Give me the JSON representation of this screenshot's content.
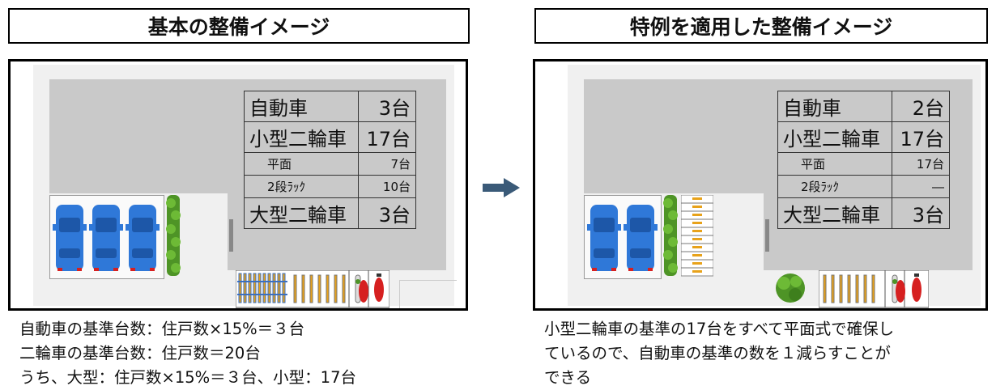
{
  "left": {
    "title": "基本の整備イメージ",
    "table": {
      "rows": [
        {
          "label": "自動車",
          "value": "3台",
          "size": "big"
        },
        {
          "label": "小型二輪車",
          "value": "17台",
          "size": "big"
        },
        {
          "label": "平面",
          "value": "7台",
          "size": "small"
        },
        {
          "label": "2段ﾗｯｸ",
          "value": "10台",
          "size": "small"
        },
        {
          "label": "大型二輪車",
          "value": "3台",
          "size": "big"
        }
      ]
    },
    "caption": {
      "line1": "自動車の基準台数：住戸数×15%＝３台",
      "line2": "二輪車の基準台数：住戸数＝20台",
      "line3": "うち、大型：住戸数×15%＝３台、小型：17台"
    }
  },
  "right": {
    "title": "特例を適用した整備イメージ",
    "table": {
      "rows": [
        {
          "label": "自動車",
          "value": "2台",
          "size": "big"
        },
        {
          "label": "小型二輪車",
          "value": "17台",
          "size": "big"
        },
        {
          "label": "平面",
          "value": "17台",
          "size": "small"
        },
        {
          "label": "2段ﾗｯｸ",
          "value": "―",
          "size": "small"
        },
        {
          "label": "大型二輪車",
          "value": "3台",
          "size": "big"
        }
      ]
    },
    "caption": {
      "line1": "小型二輪車の基準の17台をすべて平面式で確保し",
      "line2": "ているので、自動車の基準の数を１減らすことが",
      "line3": "できる"
    }
  },
  "colors": {
    "car": "#2f78d8",
    "car_dark": "#1d57a8",
    "hedge": "#5aa02c",
    "building": "#c9c9c9",
    "ground": "#f0f0f0",
    "moto_red": "#d62020",
    "arrow": "#3a5a78"
  },
  "icons": [
    "car-icon",
    "hedge-icon",
    "bicycle-icon",
    "motorcycle-icon",
    "tree-icon",
    "arrow-right-icon"
  ]
}
